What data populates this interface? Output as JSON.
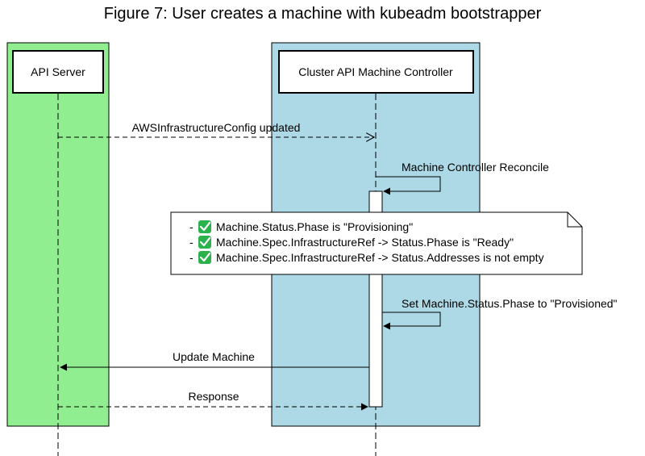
{
  "title": "Figure 7: User creates a machine with kubeadm bootstrapper",
  "colors": {
    "api_server_lane": "#90EE90",
    "controller_lane": "#ADD8E6",
    "check": "#2BB24C",
    "line": "#000000"
  },
  "participants": {
    "api_server": "API Server",
    "controller": "Cluster API Machine Controller"
  },
  "messages": {
    "infra_updated": "AWSInfrastructureConfig updated",
    "reconcile": "Machine Controller Reconcile",
    "set_phase": "Set Machine.Status.Phase to \"Provisioned\"",
    "update_machine": "Update Machine",
    "response": "Response"
  },
  "note": {
    "bullet": "-",
    "check_icon": "check-mark-icon",
    "lines": [
      "Machine.Status.Phase is \"Provisioning\"",
      "Machine.Spec.InfrastructureRef -> Status.Phase is \"Ready\"",
      "Machine.Spec.InfrastructureRef -> Status.Addresses is not empty"
    ]
  }
}
